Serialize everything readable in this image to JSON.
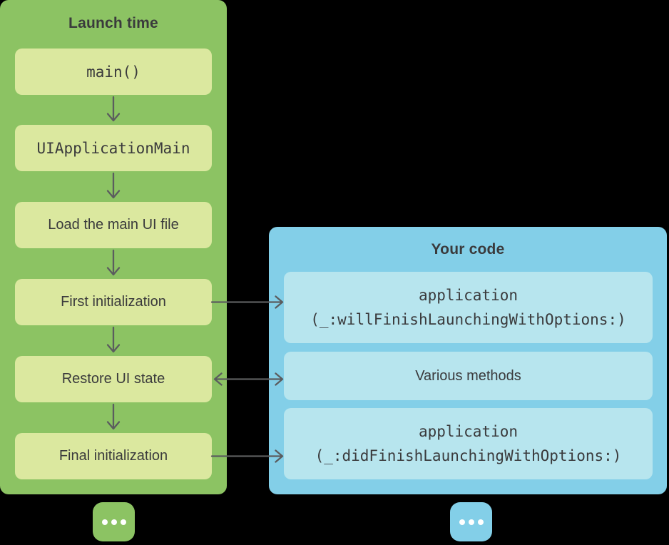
{
  "colors": {
    "background": "#000000",
    "green_panel": "#8CC363",
    "green_box": "#DBE89F",
    "blue_panel": "#83CFE8",
    "blue_box": "#B7E5EE",
    "text": "#3A3A3C",
    "arrow": "#5B5C5E",
    "dot": "#FFFFFF"
  },
  "left_panel": {
    "title": "Launch time",
    "steps": [
      {
        "label": "main()"
      },
      {
        "label": "UIApplicationMain"
      },
      {
        "label": "Load the main UI file"
      },
      {
        "label": "First initialization"
      },
      {
        "label": "Restore UI state"
      },
      {
        "label": "Final initialization"
      }
    ]
  },
  "right_panel": {
    "title": "Your code",
    "boxes": [
      {
        "line1": "application",
        "line2": "(_:willFinishLaunchingWithOptions:)"
      },
      {
        "line1": "Various methods",
        "line2": ""
      },
      {
        "line1": "application",
        "line2": "(_:didFinishLaunchingWithOptions:)"
      }
    ]
  },
  "icons": {
    "left_more": "ellipsis-icon",
    "right_more": "ellipsis-icon"
  }
}
